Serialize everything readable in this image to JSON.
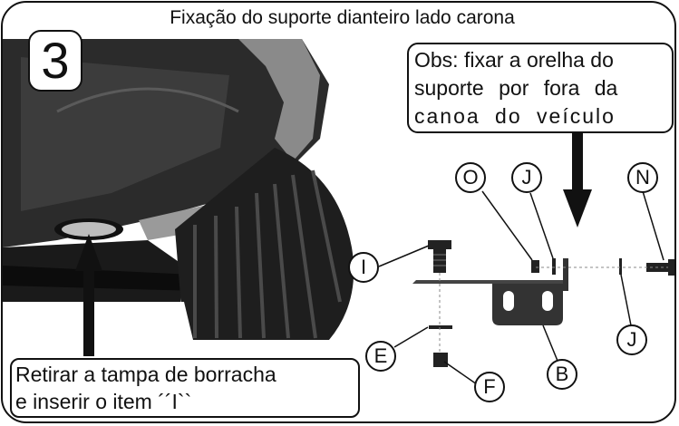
{
  "title": "Fixação do suporte dianteiro lado carona",
  "step_number": "3",
  "note": {
    "line1": "Obs: fixar a orelha do",
    "line2": "suporte por fora da",
    "line3": "canoa do veículo"
  },
  "instruction": {
    "line1": "Retirar a tampa de borracha",
    "line2": "e inserir o item ´´I``"
  },
  "callouts": {
    "O": "O",
    "J_top": "J",
    "N": "N",
    "I": "I",
    "J_right": "J",
    "E": "E",
    "B": "B",
    "F": "F"
  }
}
